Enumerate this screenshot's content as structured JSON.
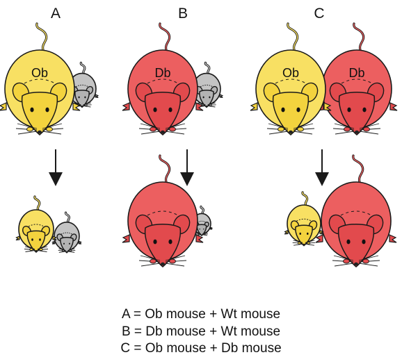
{
  "columns": [
    {
      "label": "A",
      "top_pair": {
        "left": "Ob",
        "right": "Wt"
      }
    },
    {
      "label": "B",
      "top_pair": {
        "left": "Db",
        "right": "Wt"
      }
    },
    {
      "label": "C",
      "top_pair": {
        "left": "Ob",
        "right": "Db"
      }
    }
  ],
  "mouse_labels": {
    "ob": "Ob",
    "db": "Db"
  },
  "legend": [
    "A = Ob mouse + Wt mouse",
    "B = Db mouse + Wt mouse",
    "C = Ob mouse + Db mouse"
  ],
  "colors": {
    "ob_body": "#f8e063",
    "ob_head": "#f3d33e",
    "db_body": "#ec5f60",
    "db_head": "#e24a4d",
    "wt_body": "#c4c4c4",
    "wt_head": "#b3b3b3",
    "outline": "#1a1a1a",
    "arrow": "#1a1a1a"
  }
}
